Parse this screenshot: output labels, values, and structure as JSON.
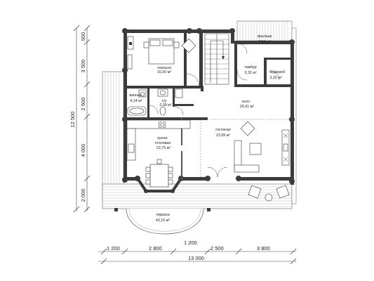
{
  "rooms": {
    "kryltso": {
      "name": "крыльцо",
      "area": "7,54 м²"
    },
    "spalnya": {
      "name": "спальня",
      "area": "16,50 м²"
    },
    "tambur": {
      "name": "тамбур",
      "area": "3,32 м²"
    },
    "garderob": {
      "name": "гардероб",
      "area": "3,32 м²"
    },
    "vannaya": {
      "name": "ванная",
      "area": "4,14 м²"
    },
    "su": {
      "name": "с/у",
      "area": "2,99 м²"
    },
    "holl": {
      "name": "холл",
      "area": "26,91 м²"
    },
    "kuhnya": {
      "name1": "кухня-",
      "name2": "столовая",
      "area": "22,75 м²"
    },
    "gostinaya": {
      "name": "гостиная",
      "area": "23,99 м²"
    },
    "terrasa": {
      "name": "терраса",
      "area": "42,15 м²"
    }
  },
  "dimensions": {
    "bottom_inner": [
      "1 200",
      "2 800",
      "1 200",
      "2 500",
      "3 800"
    ],
    "bottom_total": "13 000",
    "left_inner": [
      "500",
      "3 500",
      "2 500",
      "4 000",
      "2 000"
    ],
    "left_total": "12 500"
  }
}
